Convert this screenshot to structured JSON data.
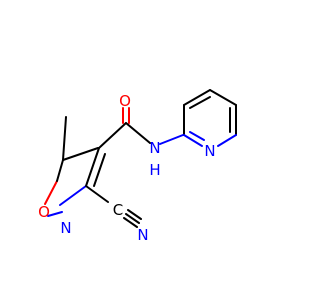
{
  "molecule": {
    "atoms": {
      "carbonyl_oxygen": "O",
      "amide_n": "N",
      "amide_h": "H",
      "pyridine_n": "N",
      "ring_oxygen": "O",
      "ring_n": "N",
      "nitrile_c": "C",
      "nitrile_n": "N"
    },
    "colors": {
      "carbon": "#000000",
      "nitrogen": "#0000ff",
      "oxygen": "#ff0000"
    }
  }
}
